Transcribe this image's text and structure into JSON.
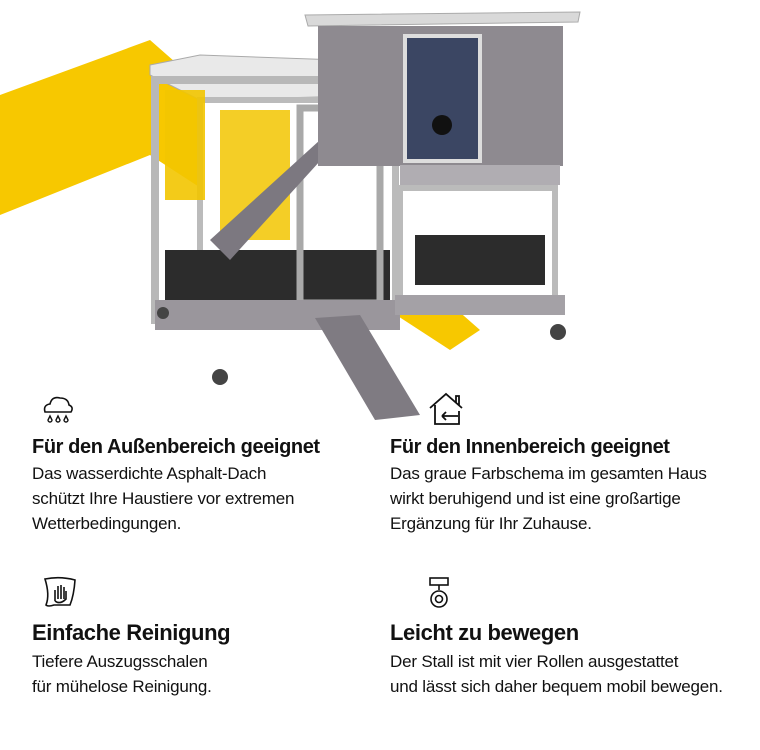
{
  "colors": {
    "accent": "#F7C800",
    "wood": "#8e8a90",
    "frame": "#c9c9c9"
  },
  "features": [
    {
      "icon": "rain-cloud-icon",
      "title": "Für den Außenbereich geeignet",
      "description": "Das wasserdichte Asphalt-Dach\nschützt Ihre Haustiere vor extremen\nWetterbedingungen."
    },
    {
      "icon": "house-enter-icon",
      "title": "Für den Innenbereich geeignet",
      "description": "Das graue Farbschema im gesamten Haus\nwirkt beruhigend und ist eine großartige\nErgänzung für Ihr Zuhause."
    },
    {
      "icon": "cleaning-hand-icon",
      "title": "Einfache Reinigung",
      "description": "Tiefere Auszugsschalen\nfür mühelose Reinigung."
    },
    {
      "icon": "caster-wheel-icon",
      "title": "Leicht zu bewegen",
      "description": "Der Stall ist mit vier Rollen ausgestattet\nund lässt sich daher bequem mobil bewegen."
    }
  ]
}
